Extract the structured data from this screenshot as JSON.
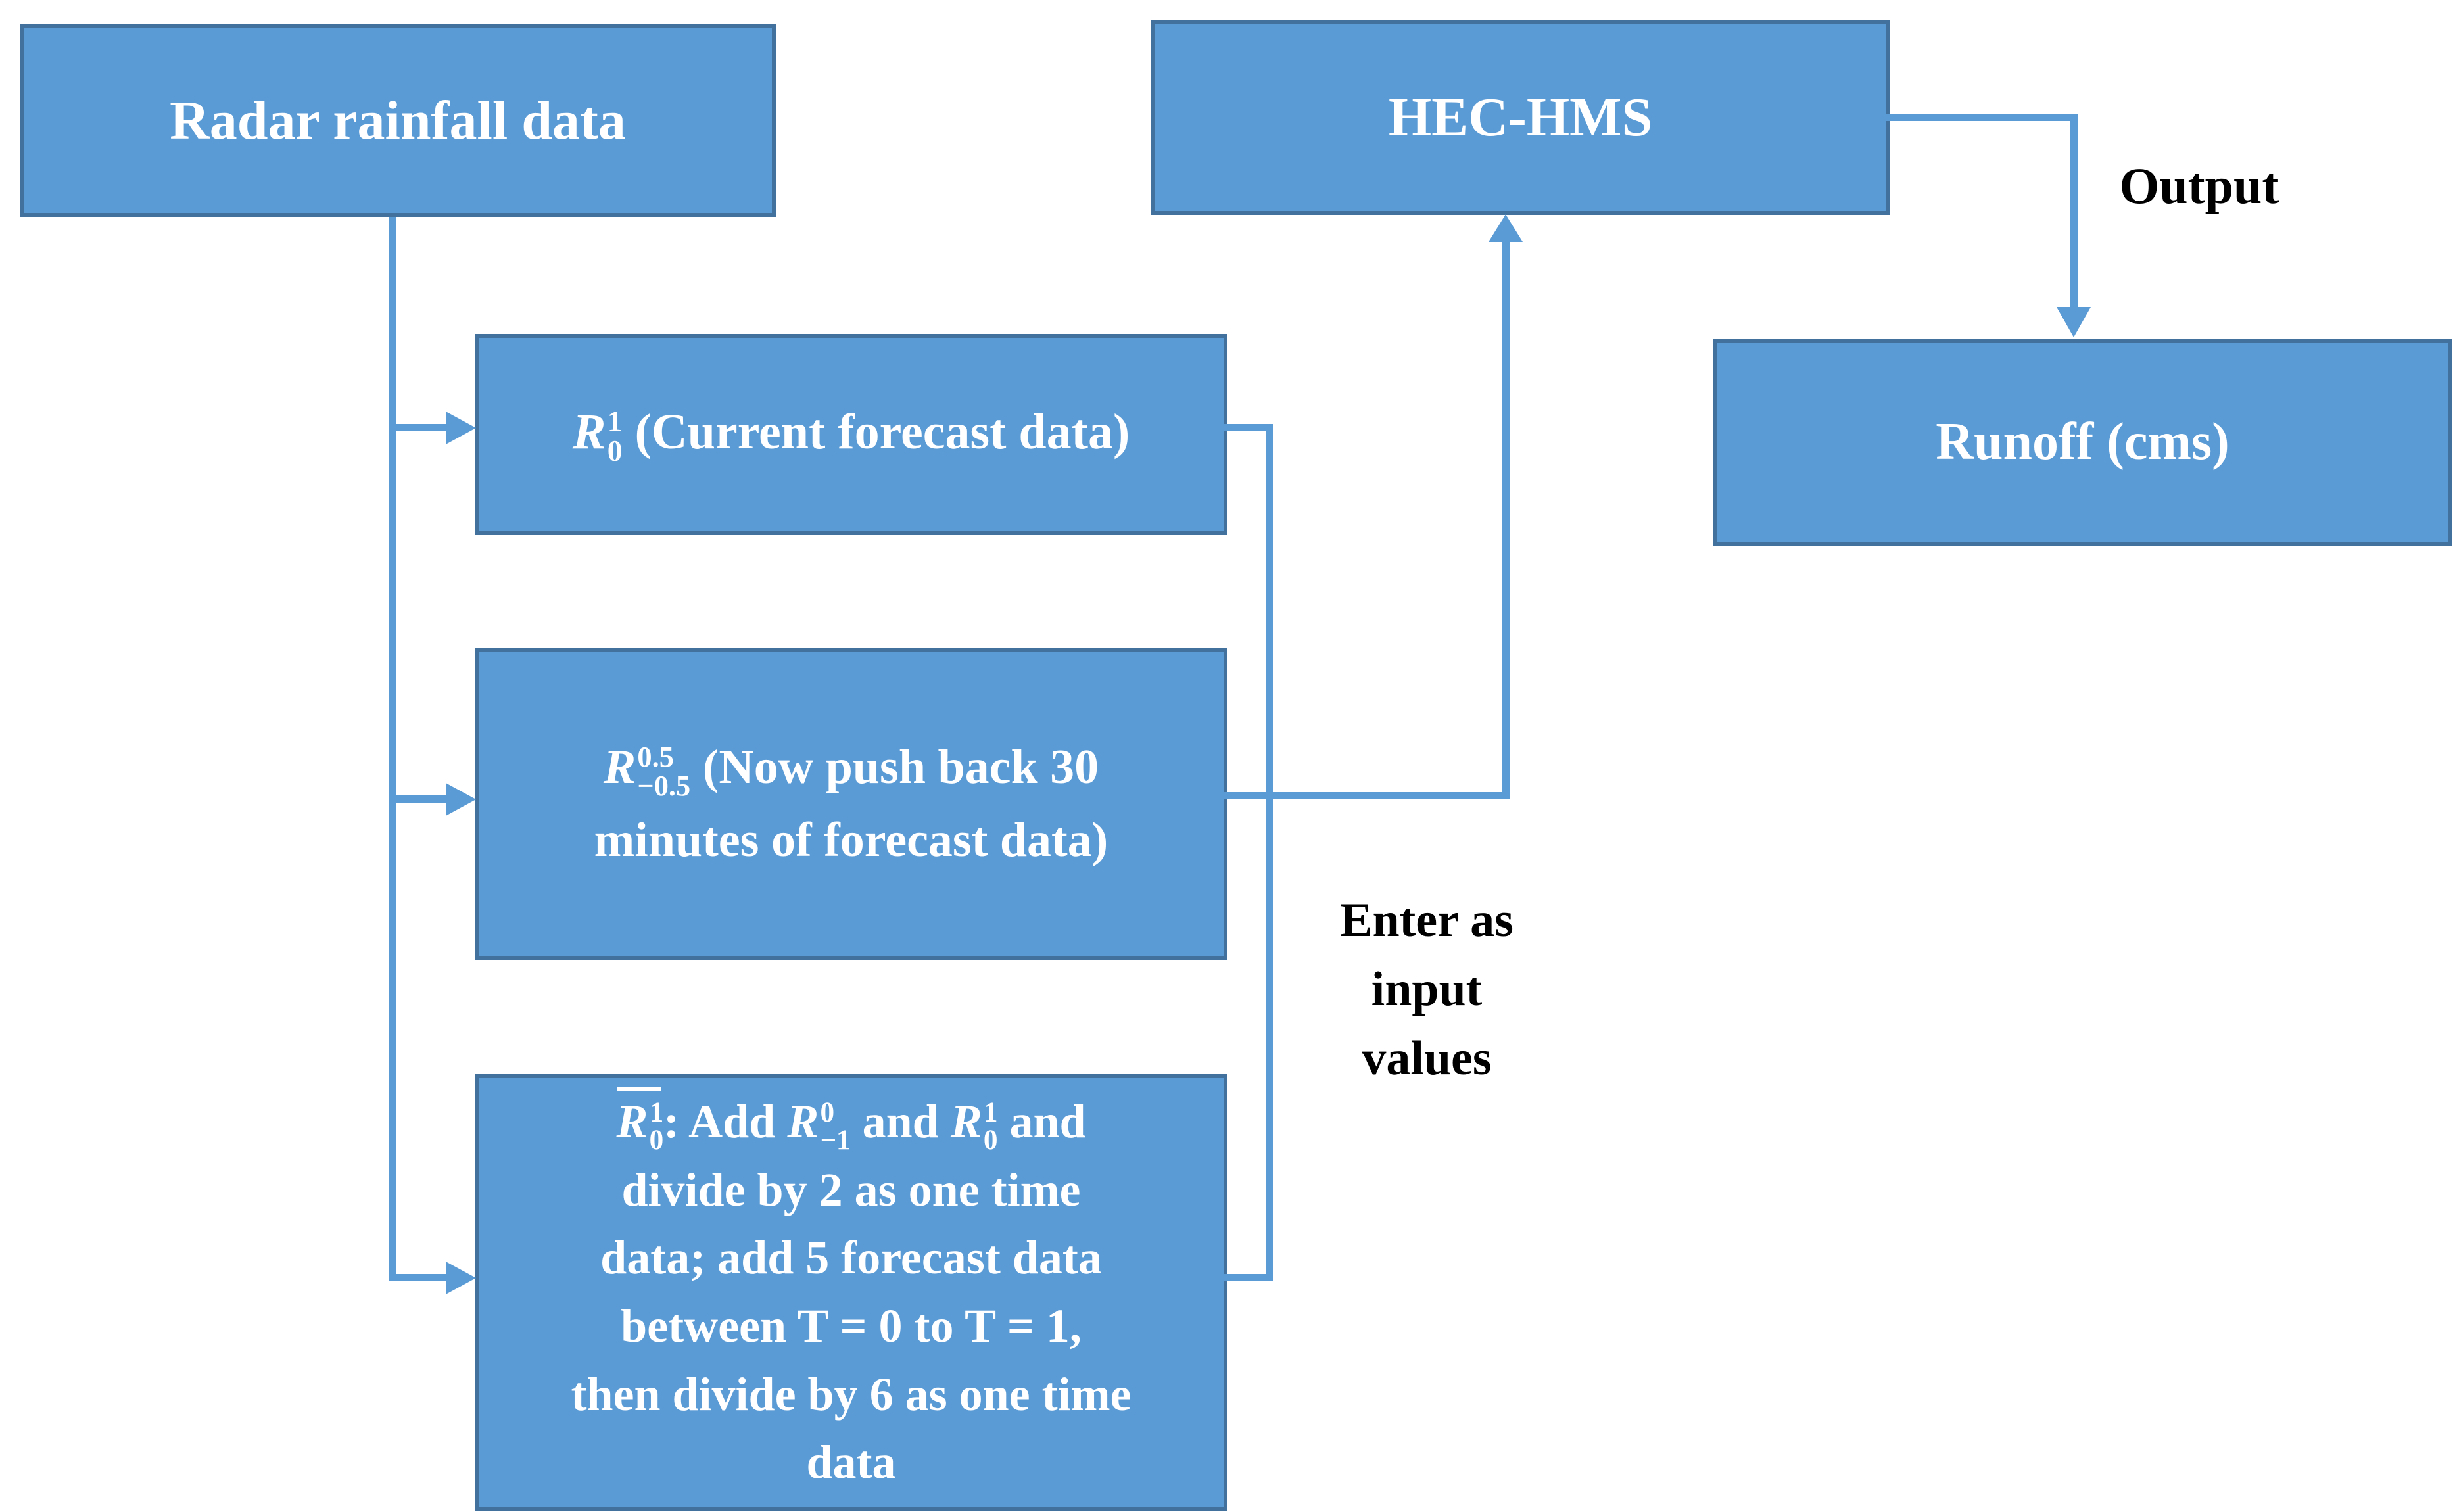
{
  "figure": {
    "background": "#ffffff",
    "box_fill": "#5B9BD5",
    "box_border": "#41719C",
    "connector_color": "#5B9BD5",
    "box_text_color": "#ffffff",
    "label_text_color": "#000000"
  },
  "nodes": {
    "radar": {
      "label": "Radar rainfall data"
    },
    "hec_hms": {
      "label": "HEC-HMS"
    },
    "runoff": {
      "label": "Runoff (cms)"
    },
    "current_forecast": {
      "segments": [
        {
          "type": "math",
          "base": "R",
          "sup": "1",
          "sub": "0"
        },
        {
          "type": "text",
          "value": " (Current forecast data)"
        }
      ]
    },
    "pushback_30min": {
      "segments": [
        {
          "type": "math",
          "base": "R",
          "sup": "0.5",
          "sub": "−0.5"
        },
        {
          "type": "text",
          "value": " (Now push back 30\nminutes of forecast data)"
        }
      ]
    },
    "averaged_forecast": {
      "segments": [
        {
          "type": "math",
          "base": "R",
          "sup": "1",
          "sub": "0",
          "bar": true
        },
        {
          "type": "text",
          "value": ": Add "
        },
        {
          "type": "math",
          "base": "R",
          "sup": "0",
          "sub": "−1"
        },
        {
          "type": "text",
          "value": " and "
        },
        {
          "type": "math",
          "base": "R",
          "sup": "1",
          "sub": "0"
        },
        {
          "type": "text",
          "value": " and\ndivide by 2 as one time\ndata; add 5 forecast data\nbetween T = 0 to T = 1,\nthen divide by 6 as one time\ndata"
        }
      ]
    }
  },
  "labels": {
    "output": "Output",
    "enter_as_input_values": "Enter as\ninput\nvalues"
  }
}
